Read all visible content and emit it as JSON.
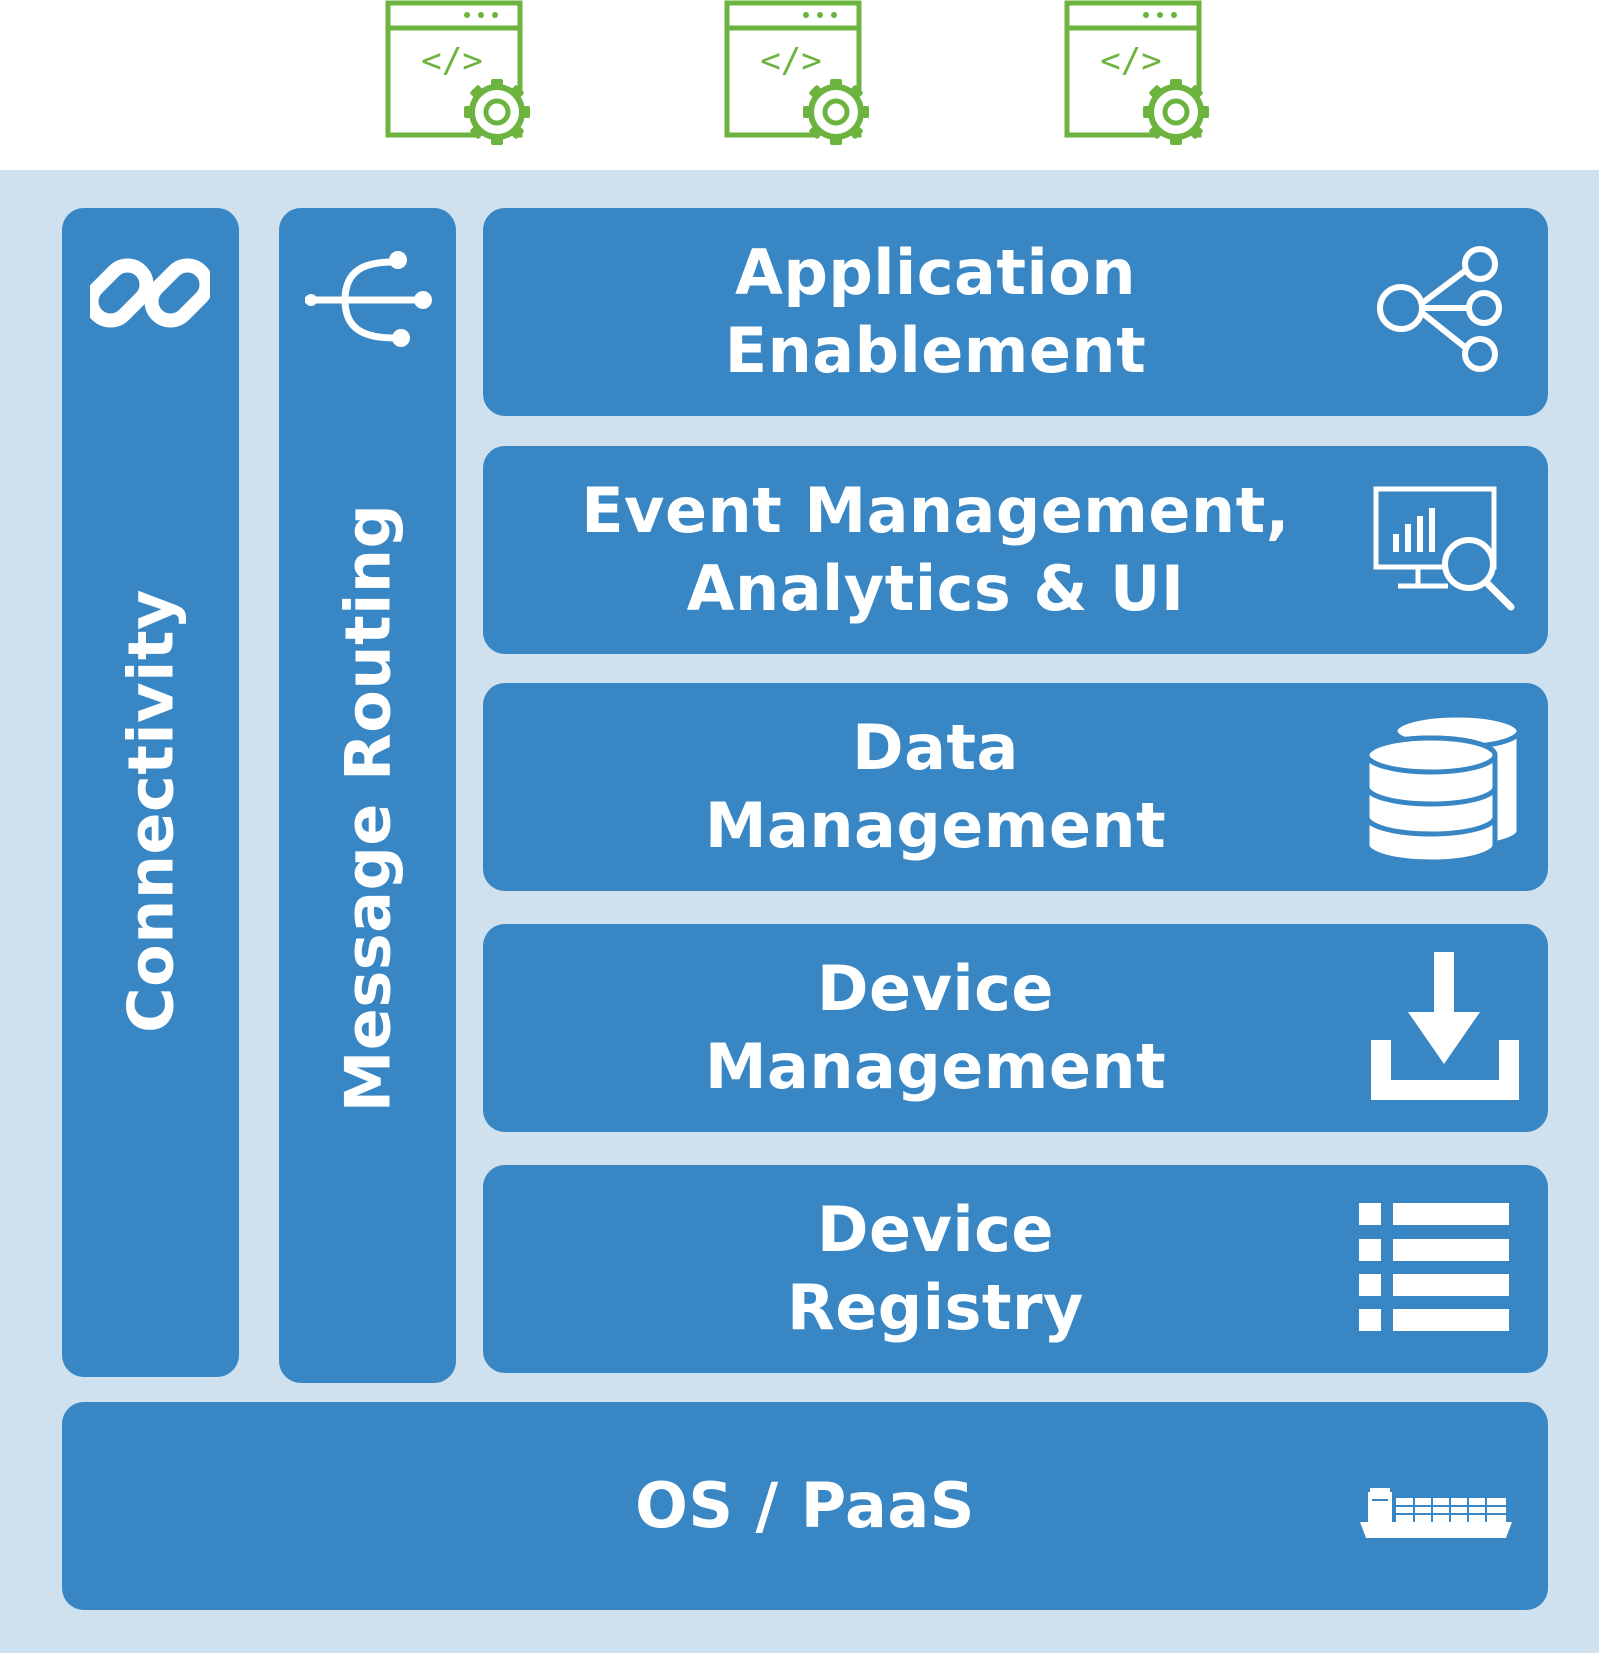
{
  "colors": {
    "background": "#cfe1ee",
    "block": "#3886c4",
    "text": "#ffffff",
    "app_icon": "#6db33f"
  },
  "applications": [
    {
      "icon": "code-window-gear-icon",
      "glyph": "</>"
    },
    {
      "icon": "code-window-gear-icon",
      "glyph": "</>"
    },
    {
      "icon": "code-window-gear-icon",
      "glyph": "</>"
    }
  ],
  "columns": [
    {
      "label": "Connectivity",
      "icon": "chain-link-icon"
    },
    {
      "label": "Message Routing",
      "icon": "usb-routing-icon"
    }
  ],
  "layers": [
    {
      "line1": "Application",
      "line2": "Enablement",
      "icon": "share-nodes-icon"
    },
    {
      "line1": "Event Management,",
      "line2": "Analytics & UI",
      "icon": "analytics-monitor-icon"
    },
    {
      "line1": "Data",
      "line2": "Management",
      "icon": "database-icon"
    },
    {
      "line1": "Device",
      "line2": "Management",
      "icon": "download-tray-icon"
    },
    {
      "line1": "Device",
      "line2": "Registry",
      "icon": "list-icon"
    }
  ],
  "base": {
    "label": "OS / PaaS",
    "icon": "container-ship-icon"
  }
}
